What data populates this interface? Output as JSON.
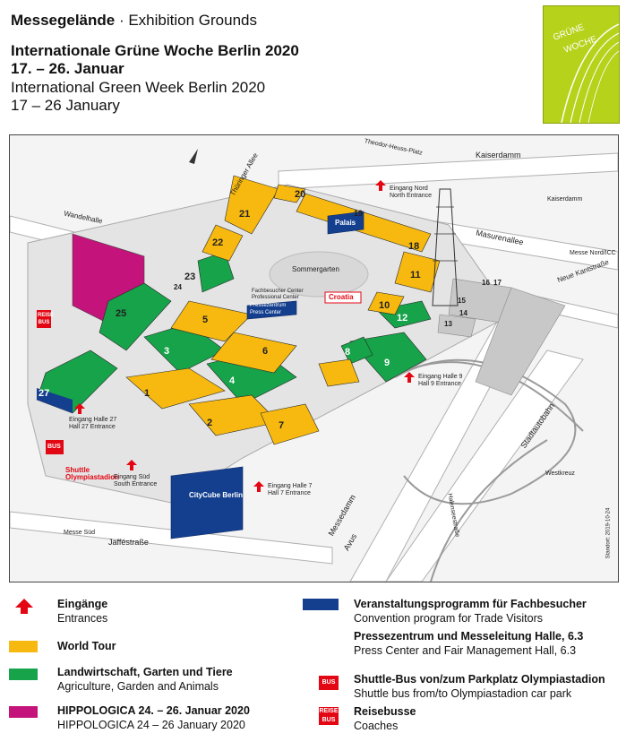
{
  "header": {
    "line1_bold": "Messegelände",
    "line1_rest": " · Exhibition Grounds",
    "title_de": "Internationale Grüne Woche Berlin 2020",
    "dates_de": "17. – 26. Januar",
    "title_en": "International Green Week Berlin 2020",
    "dates_en": "17 – 26 January"
  },
  "logo": {
    "line1": "GRÜNE",
    "line2": "WOCHE",
    "color": "#b7d21b"
  },
  "colors": {
    "world_tour": "#f7b90f",
    "agri": "#16a34a",
    "hippologica": "#c4137a",
    "convention": "#143f8f",
    "red": "#e30613"
  },
  "map": {
    "streets": [
      "Kaiserdamm",
      "Masurenallee",
      "Messedamm",
      "Neue Kantstraße",
      "Jafféstraße",
      "Stadtautobahn",
      "Avus",
      "Halenseestraße",
      "Thüringer Allee",
      "Wandelhalle",
      "Theodor-Heuss-Platz",
      "Sommergarten",
      "Messe Nord/ICC",
      "Kaiserdamm",
      "Westkreuz",
      "Messe Süd",
      "Standort: 2019-10-24"
    ],
    "halls": [
      "20",
      "21",
      "22",
      "23",
      "24",
      "25",
      "27",
      "19",
      "18",
      "17",
      "16",
      "15",
      "14",
      "13",
      "12",
      "11",
      "10",
      "9",
      "8",
      "7",
      "6",
      "5",
      "4",
      "3",
      "2",
      "1"
    ],
    "places": [
      "Palais",
      "Croatia",
      "CityCube Berlin",
      "Shuttle Olympiastadion",
      "Eingang Nord",
      "North Entrance",
      "Eingang Süd",
      "South Entrance",
      "Eingang Halle 27",
      "Hall 27 Entrance",
      "Eingang Halle 9",
      "Hall 9 Entrance",
      "Eingang Halle 7",
      "Hall 7 Entrance",
      "Pressezentrum",
      "Press Center",
      "Fachbesucher Center",
      "Professional Center"
    ],
    "shuttle_label": "Shuttle Olympiastadion",
    "bus_label": "BUS",
    "reise_label": "REISE BUS"
  },
  "legend": [
    {
      "de": "Eingänge",
      "en": "Entrances"
    },
    {
      "de": "World Tour",
      "en": ""
    },
    {
      "de": "Landwirtschaft, Garten und Tiere",
      "en": "Agriculture, Garden and Animals"
    },
    {
      "de": "HIPPOLOGICA 24. – 26. Januar 2020",
      "en": "HIPPOLOGICA 24 – 26 January 2020"
    },
    {
      "de": "Veranstaltungsprogramm für Fachbesucher",
      "en": "Convention program for Trade Visitors"
    },
    {
      "de": "Pressezentrum und Messeleitung Halle, 6.3",
      "en": "Press Center and Fair Management Hall, 6.3"
    },
    {
      "de": "Shuttle-Bus von/zum Parkplatz Olympiastadion",
      "en": "Shuttle bus from/to Olympiastadion car park"
    },
    {
      "de": "Reisebusse",
      "en": "Coaches"
    }
  ]
}
